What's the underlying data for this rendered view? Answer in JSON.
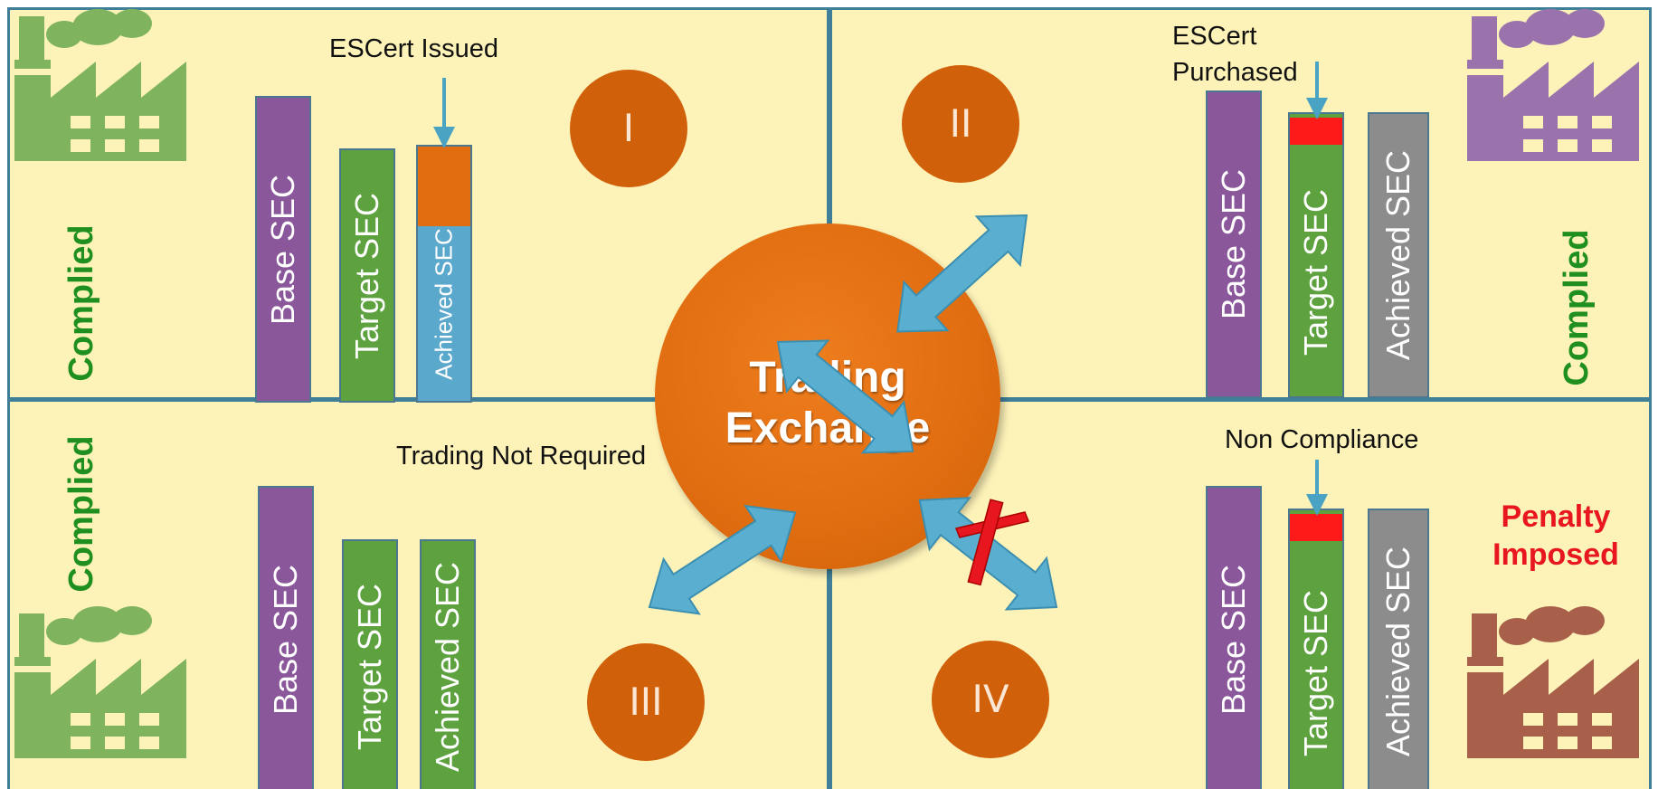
{
  "hub": {
    "line1": "Trading",
    "line2": "Exchange"
  },
  "colors": {
    "background": "#fdf2b8",
    "base_sec": "#8a579b",
    "target_sec": "#5ea23f",
    "achieved_sec_blue": "#5aa8cc",
    "achieved_sec_gray": "#8c8c8c",
    "escert_orange": "#e26d10",
    "escert_red": "#ff1a1a",
    "hub": "#e06d10",
    "complied_green": "#1f8f1f",
    "penalty_red": "#e8171f",
    "arrow_blue": "#5aaed0"
  },
  "quadrants": [
    {
      "numeral": "I",
      "status": "Complied",
      "note": "ESCert Issued",
      "factory_icon": "factory-icon-green",
      "bars": [
        {
          "label": "Base SEC"
        },
        {
          "label": "Target SEC"
        },
        {
          "label": "Achieved SEC"
        }
      ]
    },
    {
      "numeral": "II",
      "status": "Complied",
      "note_line1": "ESCert",
      "note_line2": "Purchased",
      "factory_icon": "factory-icon-purple",
      "bars": [
        {
          "label": "Base SEC"
        },
        {
          "label": "Target SEC"
        },
        {
          "label": "Achieved SEC"
        }
      ]
    },
    {
      "numeral": "III",
      "status": "Complied",
      "note": "Trading Not Required",
      "factory_icon": "factory-icon-green",
      "bars": [
        {
          "label": "Base SEC"
        },
        {
          "label": "Target SEC"
        },
        {
          "label": "Achieved SEC"
        }
      ]
    },
    {
      "numeral": "IV",
      "status_line1": "Penalty",
      "status_line2": "Imposed",
      "note": "Non Compliance",
      "factory_icon": "factory-icon-brown",
      "bars": [
        {
          "label": "Base SEC"
        },
        {
          "label": "Target SEC"
        },
        {
          "label": "Achieved SEC"
        }
      ]
    }
  ]
}
